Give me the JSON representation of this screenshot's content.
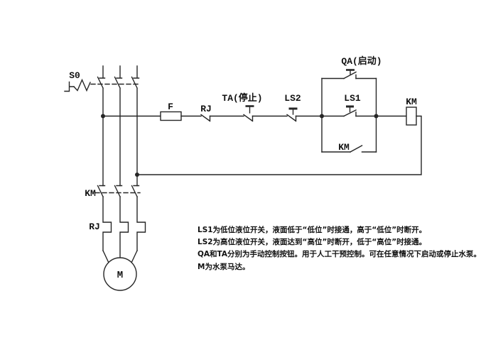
{
  "diagram": {
    "type": "electrical-control-schematic",
    "labels": {
      "s0": "S0",
      "fuse": "F",
      "rj_contact": "RJ",
      "ta": "TA(停止)",
      "ls2": "LS2",
      "qa": "QA(启动)",
      "ls1": "LS1",
      "km_aux": "KM",
      "km_coil": "KM",
      "km_main": "KM",
      "rj_heater": "RJ",
      "motor": "M"
    },
    "notes": [
      "LS1为低位液位开关，液面低于“低位”时接通，高于“低位”时断开。",
      "LS2为高位液位开关，液面达到“高位”时断开，低于“高位”时接通。",
      "QA和TA分别为手动控制按钮。用于人工干预控制。可在任意情况下启动或停止水泵。",
      "M为水泵马达。"
    ],
    "colors": {
      "line": "#262626",
      "text": "#111111",
      "background": "#ffffff"
    }
  }
}
